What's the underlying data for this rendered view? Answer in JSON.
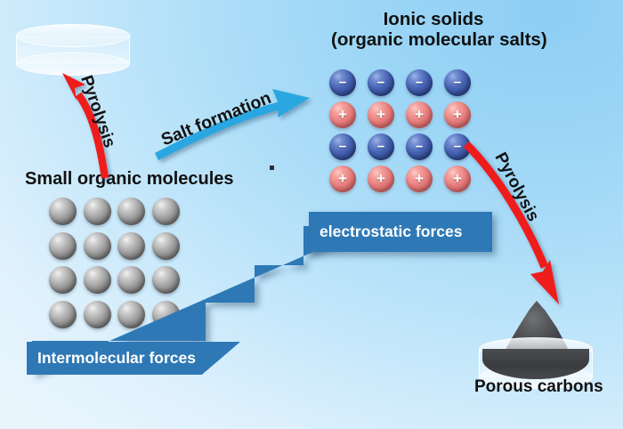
{
  "figure": {
    "title_top": {
      "line1": "Ionic solids",
      "line2": "(organic molecular salts)"
    },
    "label_molecules": "Small organic molecules",
    "label_products": "Porous carbons",
    "colors": {
      "background_top_right": "#8ecef4",
      "background_bottom_left": "#e9f5fd",
      "banner_blue": "#2e79b5",
      "arrow_red": "#ef1d1d",
      "arrow_cyan": "#2ca7e0",
      "anion_blue": "#3c5ba8",
      "cation_red": "#e8807f",
      "molecule_grey": "#8a8a8a",
      "carbon_powder": "#47494d",
      "text_dark": "#111111",
      "text_light": "#ffffff"
    }
  },
  "arrows": [
    {
      "id": "pyrolysis-left",
      "label": "Pyrolysis",
      "color": "#ef1d1d",
      "direction": "up-left"
    },
    {
      "id": "salt-formation",
      "label": "Salt formation",
      "color": "#2ca7e0",
      "direction": "up-right"
    },
    {
      "id": "pyrolysis-right",
      "label": "Pyrolysis",
      "color": "#ef1d1d",
      "direction": "down-right"
    }
  ],
  "banners": {
    "intermolecular": "Intermolecular forces",
    "electrostatic": "electrostatic forces"
  },
  "molecule_grid": {
    "rows": 4,
    "cols": 4,
    "sign": "",
    "kind": "grey"
  },
  "ionic_grid": {
    "rows": 4,
    "cols": 4,
    "row_signs": [
      "−",
      "+",
      "−",
      "+"
    ],
    "negative_sign": "−",
    "positive_sign": "+"
  },
  "vessels": {
    "empty_dish": "empty petri dish",
    "carbon_dish": "petri dish with porous carbon powder"
  }
}
